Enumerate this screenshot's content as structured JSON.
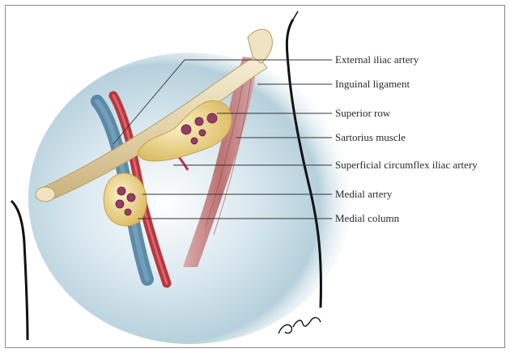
{
  "labels": {
    "external_iliac_artery": "External iliac artery",
    "inguinal_ligament": "Inguinal ligament",
    "superior_row": "Superior row",
    "sartorius_muscle": "Sartorius muscle",
    "superficial_circumflex_iliac_artery": "Superficial circumflex iliac artery",
    "medial_artery": "Medial artery",
    "medial_column": "Medial column"
  },
  "signature": "Agnelli",
  "colors": {
    "background": "#ffffff",
    "border": "#8a8a8a",
    "tissue_blue": "#a9c9d6",
    "ligament": "#e9ddc0",
    "lymph_node": "#ecd58e",
    "artery": "#b8373f",
    "vein": "#4f7f9e",
    "muscle": "#b86a6a",
    "leader_line": "#333333"
  }
}
